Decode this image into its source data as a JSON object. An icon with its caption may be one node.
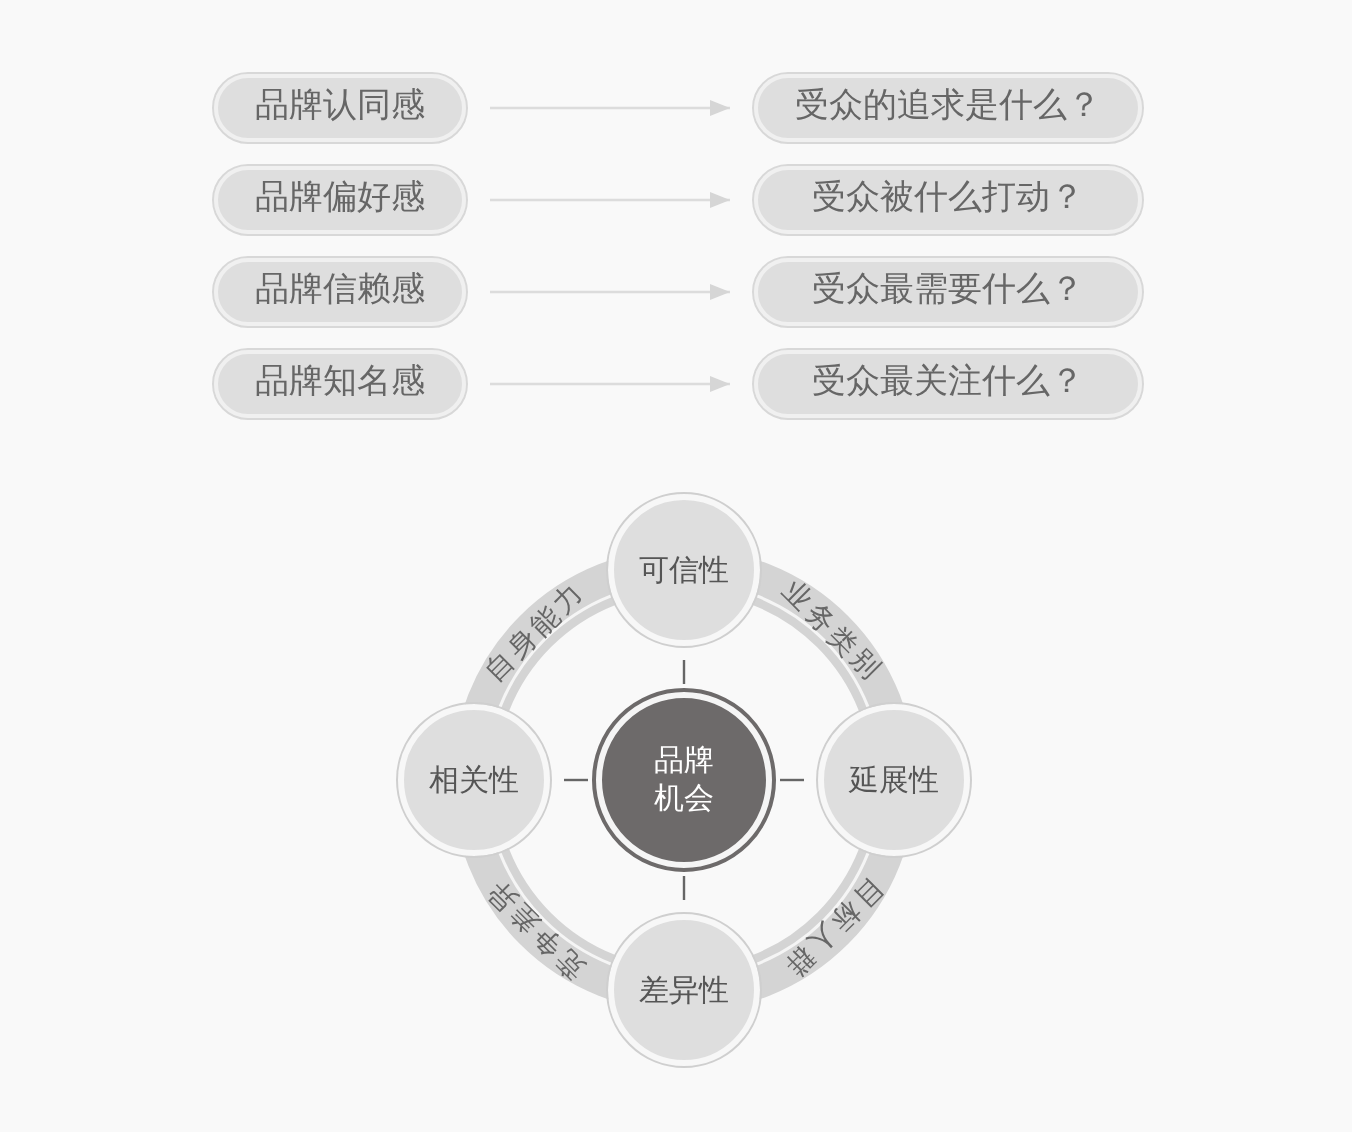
{
  "diagram": {
    "nodes": [
      {
        "text": [
          "品牌认同感"
        ]
      },
      {
        "text": [
          "品牌偏好感"
        ]
      },
      {
        "text": [
          "品牌信赖感"
        ]
      },
      {
        "text": [
          "品牌知名感"
        ]
      },
      {
        "text": [
          "受众的追求是什么？"
        ]
      },
      {
        "text": [
          "受众被什么打动？"
        ]
      },
      {
        "text": [
          "受众最需要什么？"
        ]
      },
      {
        "text": [
          "受众最关注什么？"
        ]
      },
      {
        "text": [
          "品牌机会"
        ]
      },
      {
        "text": [
          "可信性"
        ]
      },
      {
        "text": [
          "延展性"
        ]
      },
      {
        "text": [
          "差异性"
        ]
      },
      {
        "text": [
          "相关性"
        ]
      }
    ],
    "edges": [
      {
        "from": 0,
        "to": 4,
        "arrow": "to"
      },
      {
        "from": 1,
        "to": 5,
        "arrow": "to"
      },
      {
        "from": 2,
        "to": 6,
        "arrow": "to"
      },
      {
        "from": 3,
        "to": 7,
        "arrow": "to"
      }
    ],
    "labels": [
      "自身能力",
      "业务类别",
      "目标人群",
      "竞争差异"
    ]
  }
}
